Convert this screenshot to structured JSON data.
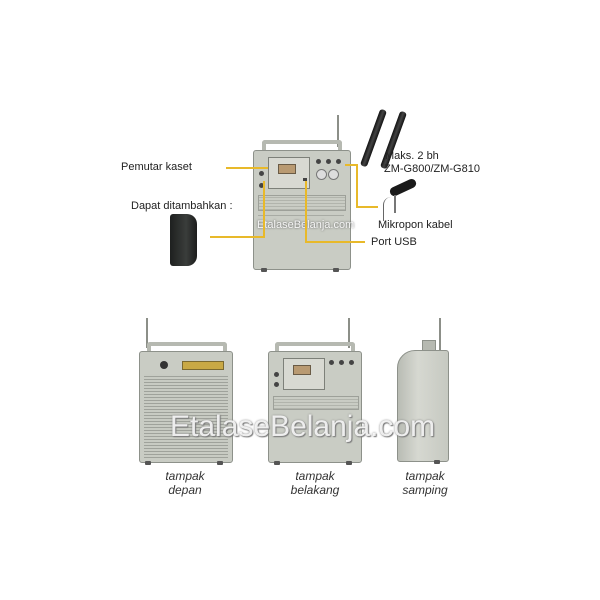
{
  "top_diagram": {
    "labels": {
      "cassette_player": "Pemutar kaset",
      "can_be_added": "Dapat ditambahkan :",
      "wireless_mics": "Maks. 2 bh",
      "wireless_mic_models": "ZM-G800/ZM-G810",
      "wired_mic": "Mikropon kabel",
      "usb_port": "Port USB"
    },
    "watermark": "EtalaseBelanja.com"
  },
  "bottom_views": {
    "front": {
      "line1": "tampak",
      "line2": "depan"
    },
    "back": {
      "line1": "tampak",
      "line2": "belakang"
    },
    "side": {
      "line1": "tampak",
      "line2": "samping"
    }
  },
  "watermark": "EtalaseBelanja.com",
  "colors": {
    "leader_line": "#e8b92a",
    "device_body": "#c9ccc4",
    "background": "#ffffff"
  }
}
